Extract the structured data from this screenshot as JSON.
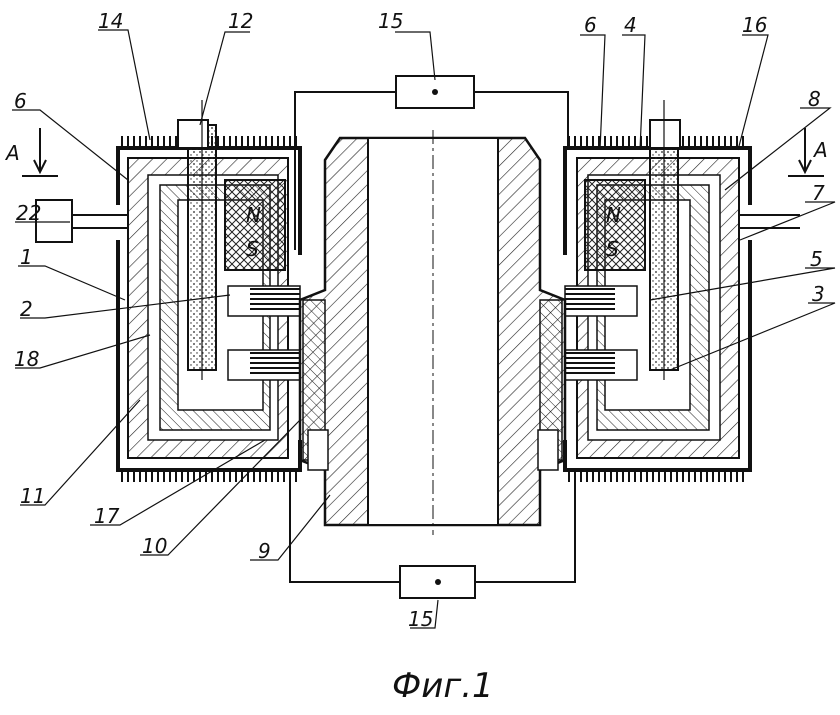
{
  "caption": "Фиг.1",
  "section_marks": {
    "left": "A",
    "right": "A"
  },
  "labels": {
    "l14": "14",
    "l12": "12",
    "l15a": "15",
    "l6a": "6",
    "l4": "4",
    "l16": "16",
    "l6b": "6",
    "l8": "8",
    "l22": "22",
    "l7": "7",
    "l1": "1",
    "l5": "5",
    "l3": "3",
    "l2": "2",
    "l18": "18",
    "l11": "11",
    "l17": "17",
    "l10": "10",
    "l9": "9",
    "l15b": "15"
  },
  "magnet_poles": {
    "north": "N",
    "south": "S"
  }
}
